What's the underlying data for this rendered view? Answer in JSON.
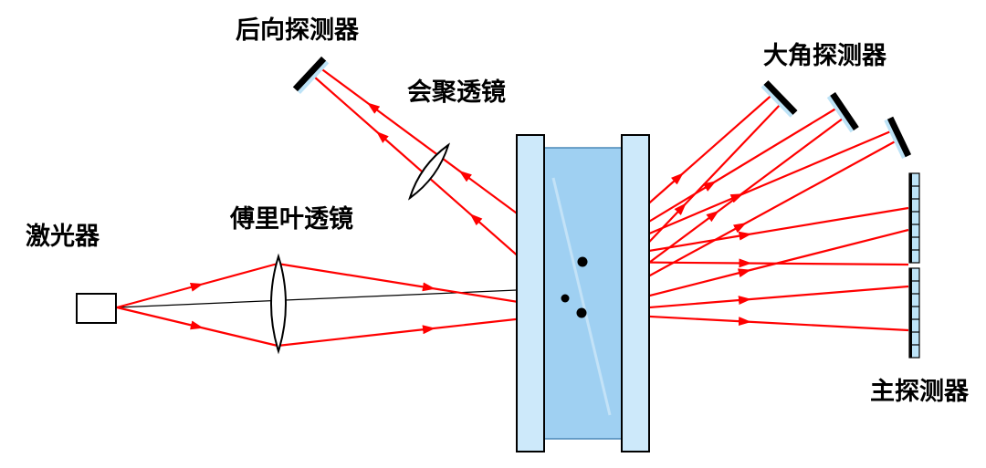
{
  "diagram": {
    "type": "optical-schematic",
    "labels": {
      "laser": "激光器",
      "fourier_lens": "傅里叶透镜",
      "backward_detector": "后向探测器",
      "converging_lens": "会聚透镜",
      "large_angle_detector": "大角探测器",
      "main_detector": "主探测器"
    },
    "colors": {
      "ray": "#ff0000",
      "axis_line": "#000000",
      "glass_window": "#cde9fa",
      "liquid": "#9fd0f2",
      "detector_face": "#bde3f7",
      "detector_body": "#000000",
      "lens_fill": "#ffffff",
      "outline": "#000000",
      "background": "#ffffff"
    }
  }
}
